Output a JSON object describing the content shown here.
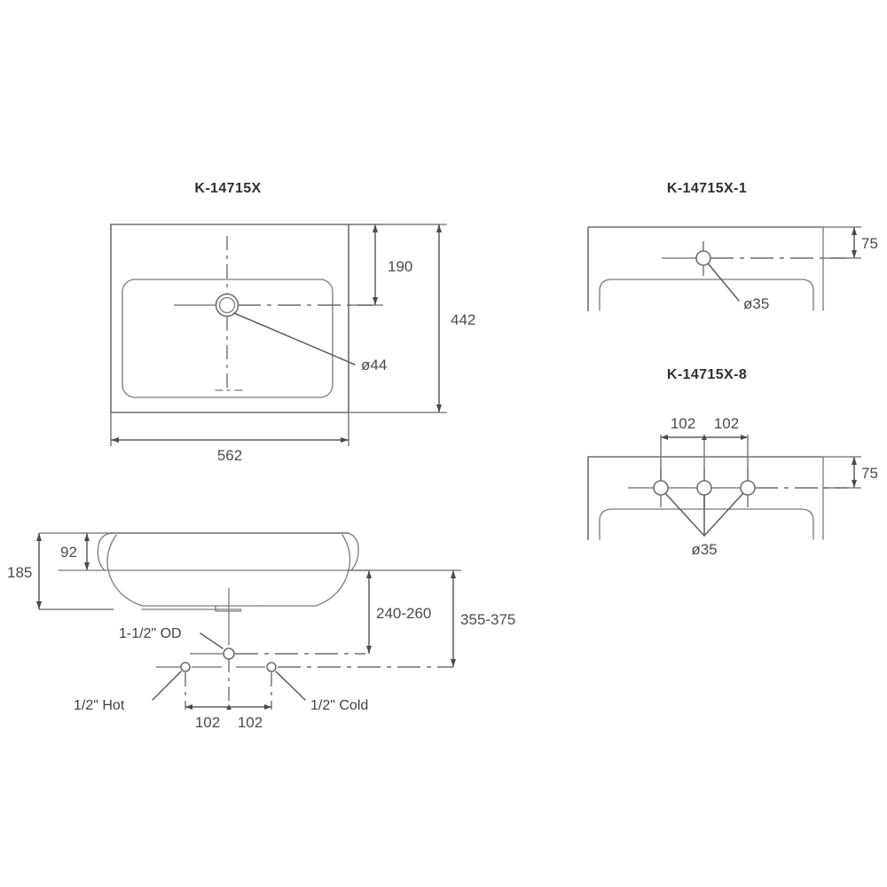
{
  "document": {
    "type": "technical-specification-drawing",
    "product_family": "K-14715X",
    "background_color": "#ffffff",
    "line_color": "#6e6e6e",
    "text_color": "#3a3a3a"
  },
  "views": {
    "plan": {
      "title": "K-14715X",
      "dimensions": {
        "width": "562",
        "depth": "442",
        "drain_from_back": "190",
        "drain_diameter": "ø44"
      }
    },
    "single_hole": {
      "title": "K-14715X-1",
      "dimensions": {
        "hole_from_back": "75",
        "hole_diameter": "ø35"
      }
    },
    "three_hole": {
      "title": "K-14715X-8",
      "dimensions": {
        "hole_from_back": "75",
        "hole_diameter": "ø35",
        "spacing_left": "102",
        "spacing_right": "102"
      }
    },
    "section": {
      "dimensions": {
        "overall_height": "185",
        "bowl_depth": "92",
        "drain_to_floor": "240-260",
        "rim_to_floor": "355-375",
        "supply_spacing_left": "102",
        "supply_spacing_right": "102"
      },
      "callouts": {
        "drain_outlet": "1-1/2\" OD",
        "hot_supply": "1/2\" Hot",
        "cold_supply": "1/2\" Cold"
      }
    }
  }
}
